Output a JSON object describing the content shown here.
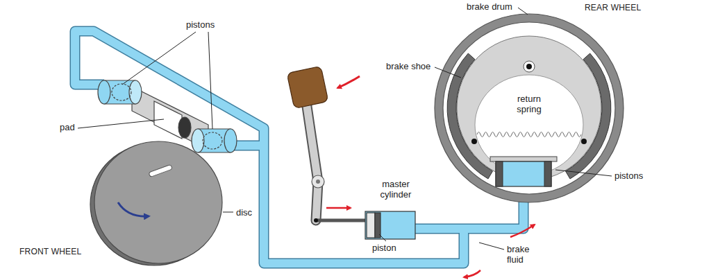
{
  "diagram": {
    "labels": [
      "pistons",
      "pad",
      "disc",
      "FRONT WHEEL",
      "master cylinder",
      "piston",
      "brake fluid",
      "brake drum",
      "REAR WHEEL",
      "brake shoe",
      "return spring",
      "pistons"
    ]
  }
}
